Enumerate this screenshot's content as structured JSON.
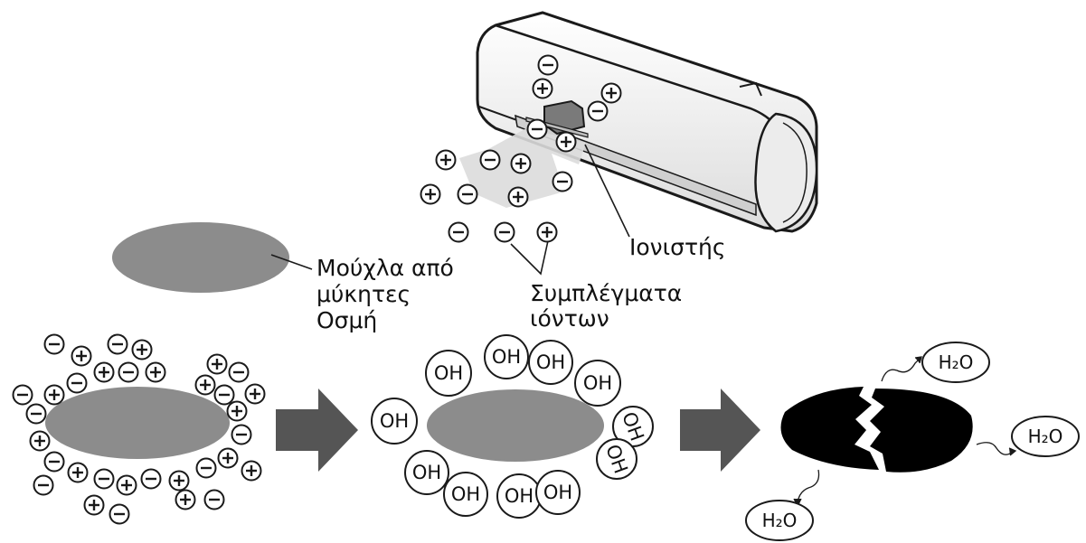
{
  "labels": {
    "ionizer": "Ιονιστής",
    "mold_line1": "Μούχλα από",
    "mold_line2": "μύκητες",
    "mold_line3": "Οσμή",
    "clusters_line1": "Συμπλέγματα",
    "clusters_line2": "ιόντων"
  },
  "ions": {
    "plus": "+",
    "minus": "−"
  },
  "hydroxyl": "OH",
  "water": "H₂O",
  "colors": {
    "mold": "#8c8c8c",
    "destroyed_mold": "#000000",
    "arrow": "#555555",
    "stroke": "#1a1a1a",
    "unit_body": "#f4f4f4",
    "airflow": "#d6d6d6"
  }
}
